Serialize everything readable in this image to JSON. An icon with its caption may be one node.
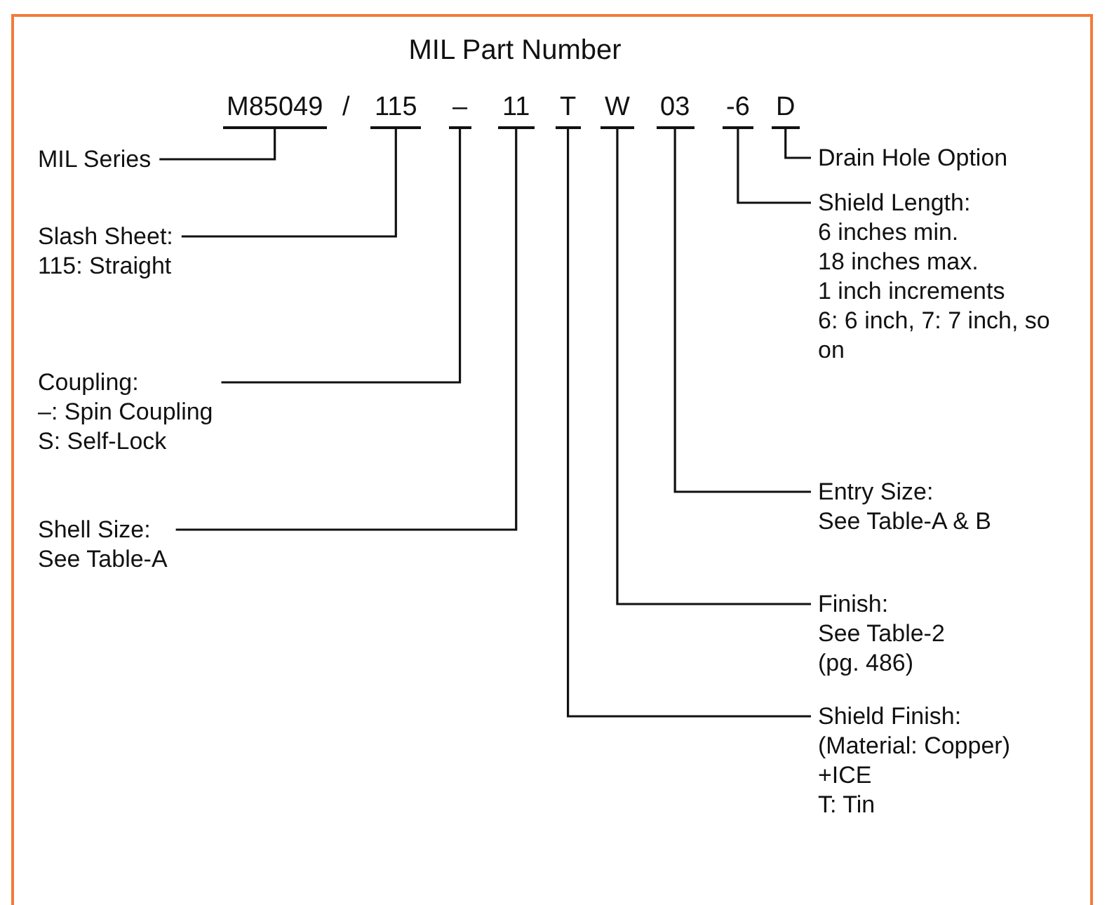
{
  "diagram": {
    "title": "MIL Part Number",
    "nodes": [
      {
        "text": [
          "M85049"
        ]
      },
      {
        "text": [
          "115"
        ]
      },
      {
        "text": [
          "–"
        ]
      },
      {
        "text": [
          "11"
        ]
      },
      {
        "text": [
          "T"
        ]
      },
      {
        "text": [
          "W"
        ]
      },
      {
        "text": [
          "03"
        ]
      },
      {
        "text": [
          "-6"
        ]
      },
      {
        "text": [
          "D"
        ]
      },
      {
        "text": [
          "MIL Series"
        ]
      },
      {
        "text": [
          "Drain Hole Option"
        ]
      },
      {
        "text": [
          "Slash Sheet:",
          "115:  Straight"
        ]
      },
      {
        "text": [
          "Shield Length:",
          "6 inches min.",
          "18 inches max.",
          "1 inch increments",
          "6: 6 inch, 7: 7 inch, so on"
        ]
      },
      {
        "text": [
          "Coupling:",
          "–:  Spin Coupling",
          "S:  Self-Lock"
        ]
      },
      {
        "text": [
          "Entry Size:",
          "See Table-A & B"
        ]
      },
      {
        "text": [
          "Shell Size:",
          "See Table-A"
        ]
      },
      {
        "text": [
          "Finish:",
          "See Table-2",
          "(pg. 486)"
        ]
      },
      {
        "text": [
          "Shield Finish:",
          "(Material: Copper)",
          "+ICE",
          "T: Tin"
        ]
      }
    ],
    "edges": [
      {
        "from": 9,
        "to": 0,
        "arrow": "none"
      },
      {
        "from": 10,
        "to": 8,
        "arrow": "none"
      },
      {
        "from": 11,
        "to": 1,
        "arrow": "none"
      },
      {
        "from": 12,
        "to": 7,
        "arrow": "none"
      },
      {
        "from": 13,
        "to": 2,
        "arrow": "none"
      },
      {
        "from": 14,
        "to": 6,
        "arrow": "none"
      },
      {
        "from": 15,
        "to": 3,
        "arrow": "none"
      },
      {
        "from": 16,
        "to": 5,
        "arrow": "none"
      },
      {
        "from": 17,
        "to": 4,
        "arrow": "none"
      }
    ],
    "labels": [
      "/"
    ]
  }
}
